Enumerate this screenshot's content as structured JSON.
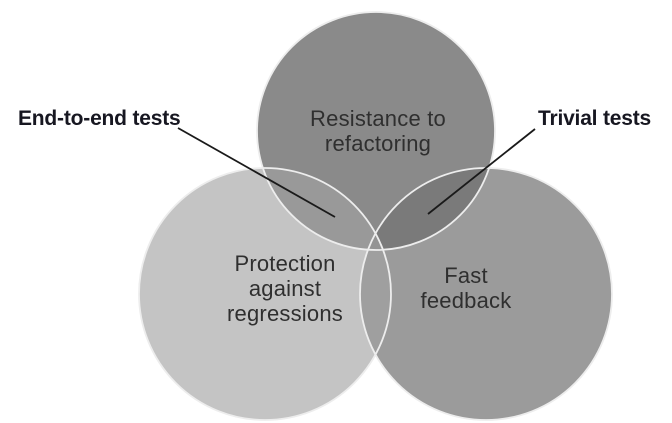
{
  "diagram": {
    "type": "venn",
    "background": "#ffffff",
    "circles": {
      "top": {
        "label": "Resistance to\nrefactoring",
        "color": "#8a8a8a"
      },
      "left": {
        "label": "Protection\nagainst\nregressions",
        "color": "#c4c4c4"
      },
      "right": {
        "label": "Fast\nfeedback",
        "color": "#9b9b9b"
      }
    },
    "overlap_colors": {
      "top_left": "#999999",
      "top_right": "#7a7a7a",
      "left_right": "#9f9f9f",
      "center": "#8e8e8e"
    },
    "callouts": {
      "end_to_end": {
        "label": "End-to-end tests"
      },
      "trivial": {
        "label": "Trivial tests"
      }
    },
    "line_color": "#1a1a1a",
    "outline_color": "#ededed"
  }
}
